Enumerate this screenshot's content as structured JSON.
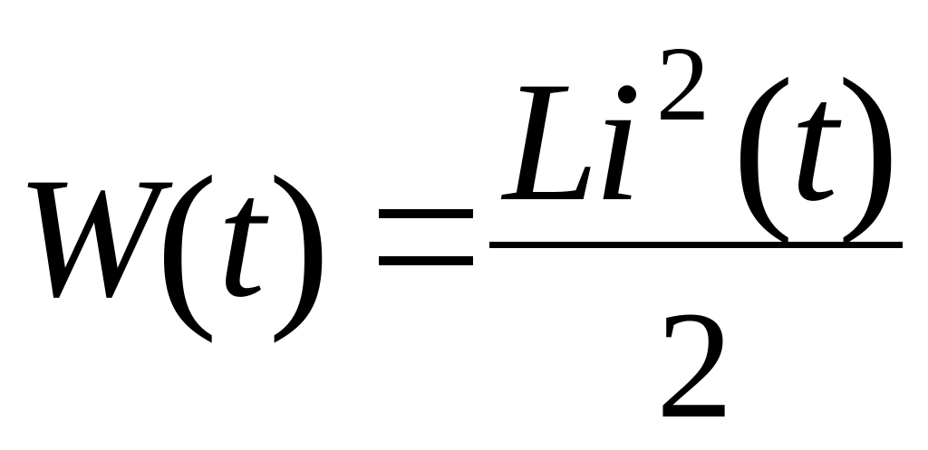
{
  "formula": {
    "lhs": {
      "function": "W",
      "open_paren": "(",
      "variable": "t",
      "close_paren": ")"
    },
    "equals": "=",
    "numerator": {
      "inductance": "L",
      "current": "i",
      "exponent": "2",
      "open_paren": "(",
      "variable": "t",
      "close_paren": ")"
    },
    "denominator": "2"
  }
}
